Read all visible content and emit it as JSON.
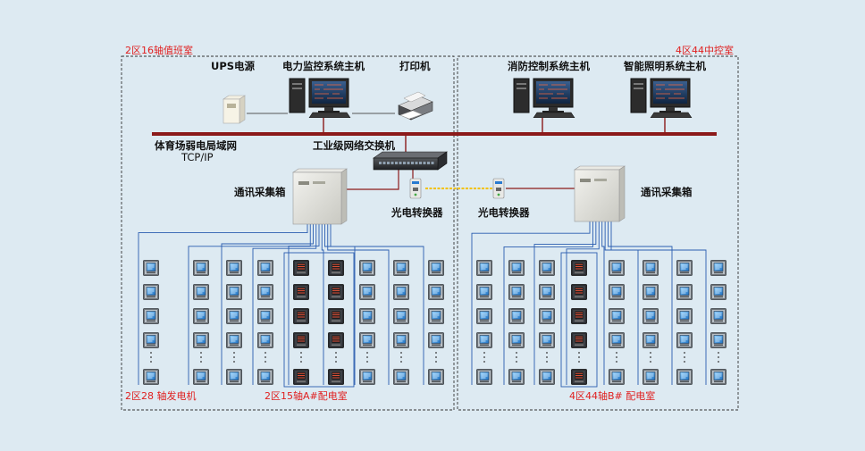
{
  "zones": {
    "left_title": "2区16轴值班室",
    "right_title": "4区44中控室"
  },
  "devices": {
    "ups": "UPS电源",
    "power_monitor_host": "电力监控系统主机",
    "printer": "打印机",
    "fire_control_host": "消防控制系统主机",
    "lighting_host": "智能照明系统主机",
    "lan_label": "体育场弱电局域网",
    "lan_protocol": "TCP/IP",
    "switch": "工业级网络交换机",
    "comm_box_left": "通讯采集箱",
    "comm_box_right": "通讯采集箱",
    "converter_left": "光电转换器",
    "converter_right": "光电转换器"
  },
  "groups": {
    "generator": "2区28 轴发电机",
    "dist_a": "2区15轴A#配电室",
    "dist_b": "4区44轴B# 配电室"
  },
  "colors": {
    "background": "#ddeaf2",
    "bus": "#8b1a1a",
    "rs485": "#2a5db0",
    "fiber": "#f2c200",
    "zone_label": "#e02020"
  },
  "icons": [
    "cabinet-box-icon",
    "monitor-pc-icon",
    "printer-icon",
    "ups-icon",
    "network-switch-icon",
    "media-converter-icon",
    "power-meter-icon"
  ]
}
